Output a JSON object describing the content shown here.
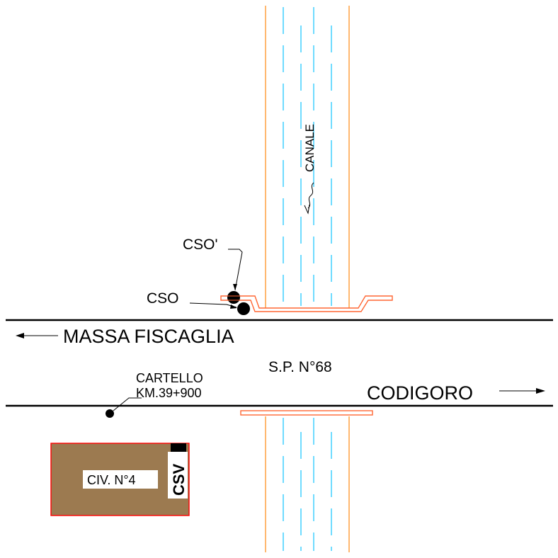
{
  "labels": {
    "canal": "CANALE",
    "cso_prime": "CSO'",
    "cso": "CSO",
    "road_west": "MASSA FISCAGLIA",
    "road_id": "S.P. N°68",
    "road_east": "CODIGORO",
    "sign_line1": "CARTELLO",
    "sign_line2": "KM.39+900",
    "building": "CIV. N°4",
    "csv": "CSV"
  },
  "colors": {
    "canal_bank": "#ff9933",
    "water_dash": "#33ccff",
    "pipe": "#ff6633",
    "building_fill": "#9c7a50",
    "building_border": "#ff0000",
    "ink": "#000000"
  }
}
